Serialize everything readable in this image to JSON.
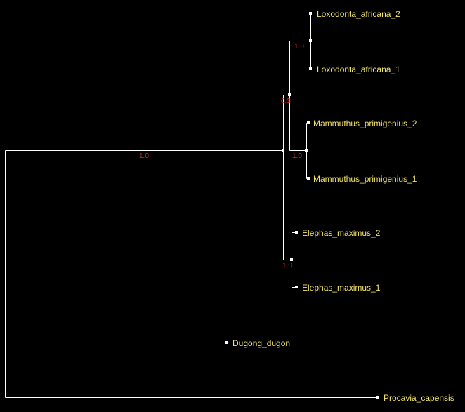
{
  "tree": {
    "colors": {
      "background": "#000000",
      "branch": "#ffffff",
      "tip_label": "#f2e36b",
      "support_label": "#e0202a"
    },
    "taxa": [
      "Loxodonta_africana_2",
      "Loxodonta_africana_1",
      "Mammuthus_primigenius_2",
      "Mammuthus_primigenius_1",
      "Elephas_maximus_2",
      "Elephas_maximus_1",
      "Dugong_dugon",
      "Procavia_capensis"
    ],
    "support_values": {
      "loxodonta_clade": "1.0",
      "loxo_mammuthus_clade": "0.3",
      "mammuthus_clade": "1.0",
      "elephantidae_clade": "1.0",
      "elephas_clade": "1.0"
    }
  }
}
